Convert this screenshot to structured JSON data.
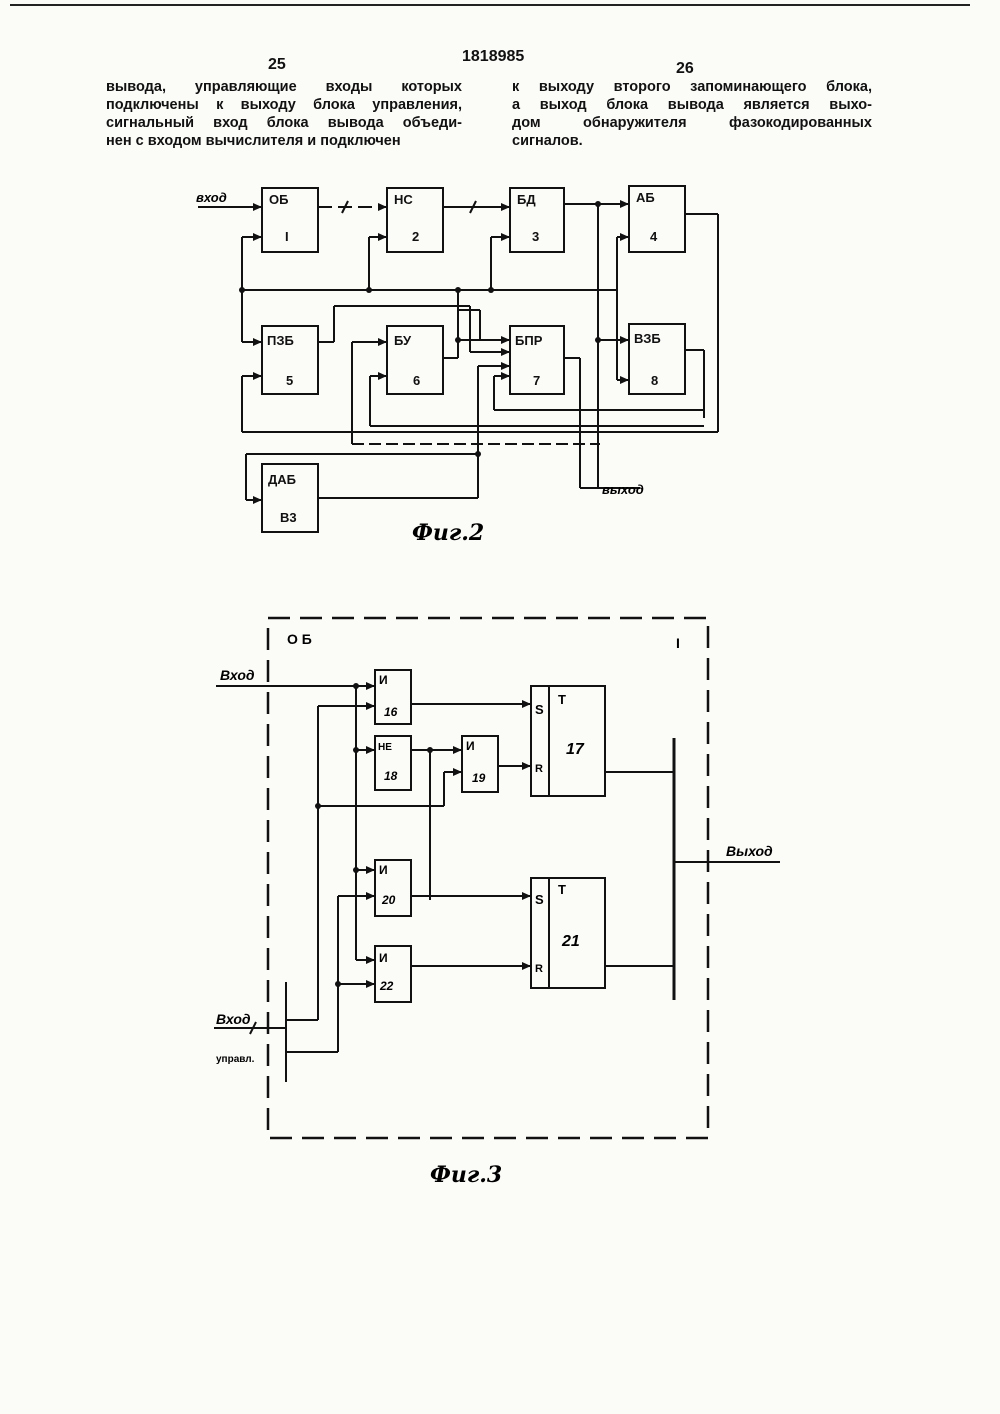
{
  "header": {
    "patent_number": "1818985",
    "page_left": "25",
    "page_right": "26"
  },
  "text": {
    "left_lines": [
      "вывода, управляющие входы которых",
      "подключены к выходу блока управления,",
      "сигнальный вход блока вывода объеди-",
      "нен с входом вычислителя и подключен"
    ],
    "right_lines": [
      "к выходу второго запоминающего блока,",
      "а выход блока вывода является выхо-",
      "дом обнаружителя фазокодированных",
      "сигналов."
    ]
  },
  "fig2": {
    "caption": "Фиг.2",
    "input_label": "вход",
    "output_label": "выход",
    "blocks": [
      {
        "name": "ОБ",
        "num": "I"
      },
      {
        "name": "НС",
        "num": "2"
      },
      {
        "name": "БД",
        "num": "3"
      },
      {
        "name": "АБ",
        "num": "4"
      },
      {
        "name": "ПЗБ",
        "num": "5"
      },
      {
        "name": "БУ",
        "num": "6"
      },
      {
        "name": "БПР",
        "num": "7"
      },
      {
        "name": "ВЗБ",
        "num": "8"
      },
      {
        "name": "ДАБ",
        "num": "В3"
      }
    ]
  },
  "fig3": {
    "caption": "Фиг.3",
    "frame_title": "О Б",
    "frame_num": "I",
    "input_label": "Вход",
    "control_input_label": "Вход",
    "control_input_sub": "управл.",
    "output_label": "Выход",
    "gates": [
      {
        "type": "И",
        "num": "16"
      },
      {
        "type": "НЕ",
        "num": "18"
      },
      {
        "type": "И",
        "num": "19"
      },
      {
        "type": "И",
        "num": "20"
      },
      {
        "type": "И",
        "num": "22"
      }
    ],
    "triggers": [
      {
        "s": "S",
        "r": "R",
        "t": "T",
        "num": "17"
      },
      {
        "s": "S",
        "r": "R",
        "t": "T",
        "num": "21"
      }
    ]
  }
}
